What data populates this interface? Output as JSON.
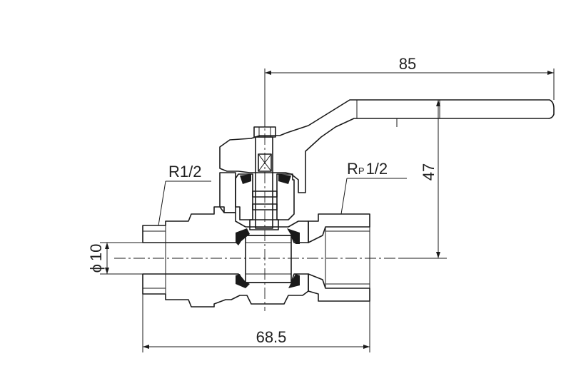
{
  "dimensions": {
    "handle_length": "85",
    "height": "47",
    "body_length": "68.5",
    "bore_symbol": "ϕ",
    "bore_value": "10",
    "male_thread": "R1/2",
    "female_thread_r": "R",
    "female_thread_p": "P",
    "female_thread_size": "1/2"
  },
  "colors": {
    "line": "#1a1a1a",
    "background": "#ffffff"
  }
}
